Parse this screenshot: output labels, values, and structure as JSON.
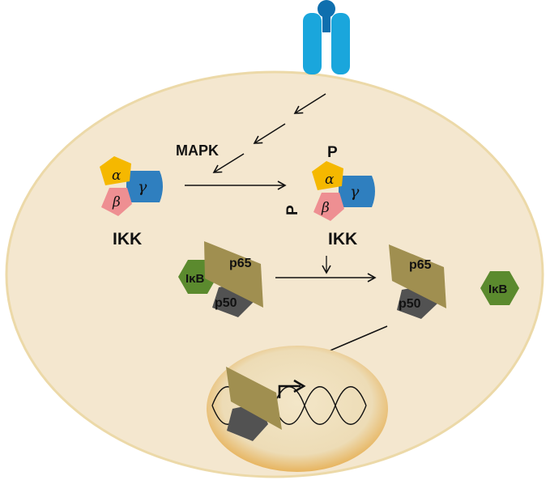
{
  "labels": {
    "mapk": "MAPK",
    "ikk_left": "IKK",
    "ikk_right": "IKK",
    "phospho_top": "P",
    "phospho_side": "P",
    "alpha": "α",
    "beta": "β",
    "gamma": "γ",
    "p65": "p65",
    "p50": "p50",
    "ikb": "IκB"
  },
  "colors": {
    "cell_fill": "#f4e7cf",
    "cell_stroke": "#ecd9a8",
    "nucleus_fill": "#efe0bf",
    "receptor": "#1aa6dc",
    "receptor_top": "#0f6fae",
    "alpha_subunit": "#f5b800",
    "beta_subunit": "#ee8f92",
    "gamma_subunit": "#2f7fbf",
    "p65_subunit": "#a08f50",
    "p50_subunit": "#525252",
    "ikb": "#5b8a2e"
  }
}
